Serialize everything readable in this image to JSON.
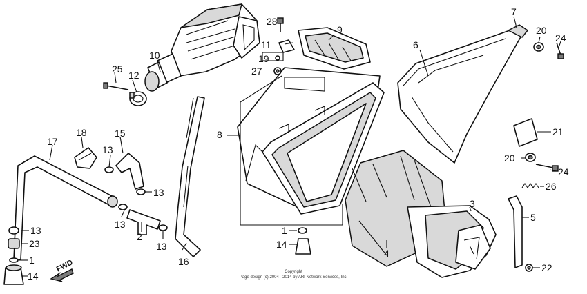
{
  "diagram": {
    "callouts": {
      "c1a": "1",
      "c1b": "1",
      "c2": "2",
      "c3": "3",
      "c4": "4",
      "c5": "5",
      "c6": "6",
      "c7": "7",
      "c8": "8",
      "c9": "9",
      "c10": "10",
      "c11": "11",
      "c12": "12",
      "c13a": "13",
      "c13b": "13",
      "c13c": "13",
      "c13d": "13",
      "c13e": "13",
      "c14a": "14",
      "c14b": "14",
      "c15": "15",
      "c16": "16",
      "c17": "17",
      "c18": "18",
      "c19": "19",
      "c20a": "20",
      "c20b": "20",
      "c21": "21",
      "c22": "22",
      "c23": "23",
      "c24a": "24",
      "c24b": "24",
      "c25": "25",
      "c26": "26",
      "c27": "27",
      "c28": "28"
    },
    "fwd_label": "FWD",
    "copyright_line1": "Copyright",
    "copyright_line2": "Page design (c) 2004 - 2014 by ARI Network Services, Inc."
  }
}
